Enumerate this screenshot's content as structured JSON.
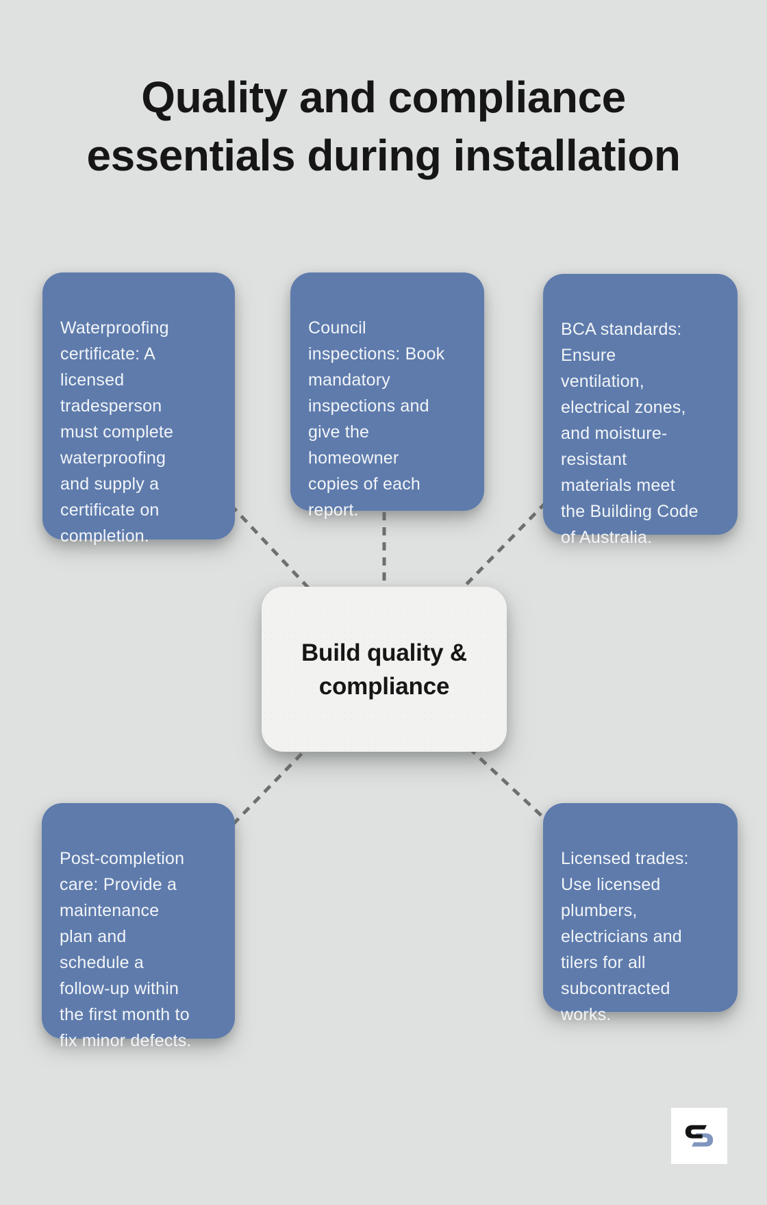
{
  "title": "Quality and compliance\nessentials during installation",
  "center": {
    "label": "Build quality &\ncompliance"
  },
  "nodes": [
    {
      "id": "waterproofing-certificate",
      "text": "Waterproofing\ncertificate: A\nlicensed\ntradesperson\nmust complete\nwaterproofing\nand supply a\ncertificate on\ncompletion."
    },
    {
      "id": "council-inspections",
      "text": "Council\ninspections: Book\nmandatory\ninspections and\ngive the\nhomeowner\ncopies of each\nreport."
    },
    {
      "id": "bca-standards",
      "text": "BCA standards:\nEnsure\nventilation,\nelectrical zones,\nand moisture-\nresistant\nmaterials meet\nthe Building Code\nof Australia."
    },
    {
      "id": "post-completion-care",
      "text": "Post-completion\ncare: Provide a\nmaintenance\nplan and\nschedule a\nfollow-up within\nthe first month to\nfix minor defects."
    },
    {
      "id": "licensed-trades",
      "text": "Licensed trades:\nUse licensed\nplumbers,\nelectricians and\ntilers for all\nsubcontracted\nworks."
    }
  ],
  "colors": {
    "background": "#dfe1e0",
    "node_fill": "#5e7bac",
    "node_text": "#f2f5f8",
    "center_fill": "#f2f2f0",
    "text_dark": "#161616",
    "connector": "#6e706e",
    "logo_blue": "#8095bf",
    "logo_dark": "#141414"
  },
  "logo": {
    "name": "brand-logo"
  }
}
